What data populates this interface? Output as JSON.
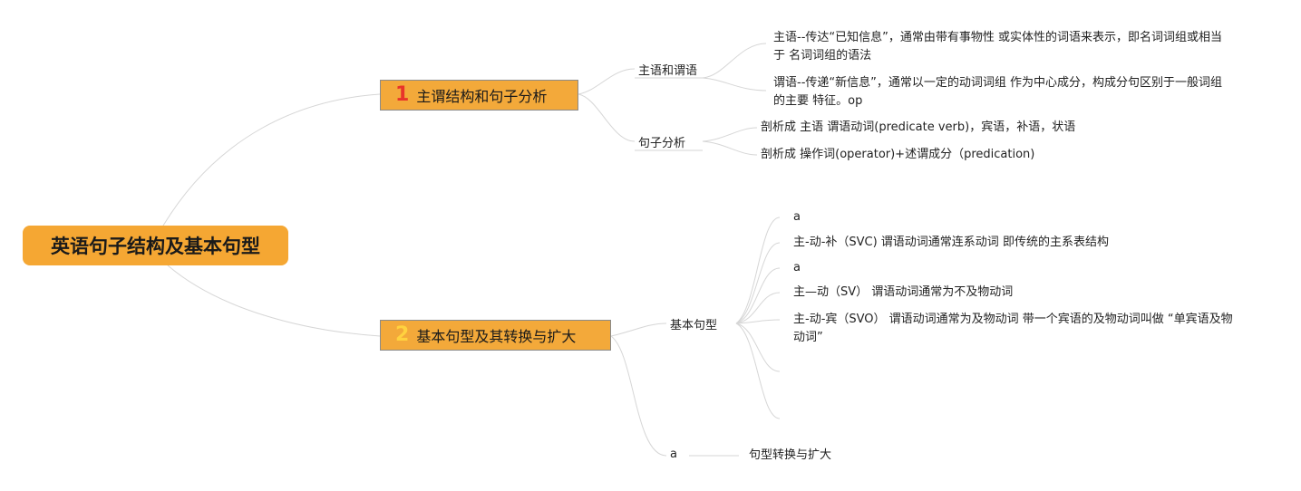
{
  "root": {
    "label": "英语句子结构及基本句型"
  },
  "branches": [
    {
      "badge": "1",
      "badge_color": "#e8332a",
      "label": "主谓结构和句子分析",
      "children": [
        {
          "label": "主语和谓语",
          "children": [
            {
              "label": "主语--传达“已知信息”，通常由带有事物性 或实体性的词语来表示，即名词词组或相当于 名词词组的语法"
            },
            {
              "label": "谓语--传递“新信息”，通常以一定的动词词组 作为中心成分，构成分句区别于一般词组的主要 特征。op"
            }
          ]
        },
        {
          "label": "句子分析",
          "children": [
            {
              "label": "剖析成 主语 谓语动词(predicate verb)，宾语，补语，状语"
            },
            {
              "label": "剖析成 操作词(operator)+述谓成分（predication)"
            }
          ]
        }
      ]
    },
    {
      "badge": "2",
      "badge_color": "#ffd23f",
      "label": "基本句型及其转换与扩大",
      "children": [
        {
          "label": "基本句型",
          "children": [
            {
              "label": "a"
            },
            {
              "label": "主-动-补（SVC) 谓语动词通常连系动词 即传统的主系表结构"
            },
            {
              "label": "a"
            },
            {
              "label": "主—动（SV） 谓语动词通常为不及物动词"
            },
            {
              "label": "主-动-宾（SVO） 谓语动词通常为及物动词 带一个宾语的及物动词叫做 “单宾语及物动词”"
            },
            {
              "label": ""
            },
            {
              "label": ""
            }
          ]
        },
        {
          "label": "a",
          "children": [
            {
              "label": "句型转换与扩大"
            }
          ]
        }
      ]
    }
  ],
  "colors": {
    "root": "#f5a733",
    "branch": "#f3a93a",
    "link": "#d4d4d4"
  }
}
